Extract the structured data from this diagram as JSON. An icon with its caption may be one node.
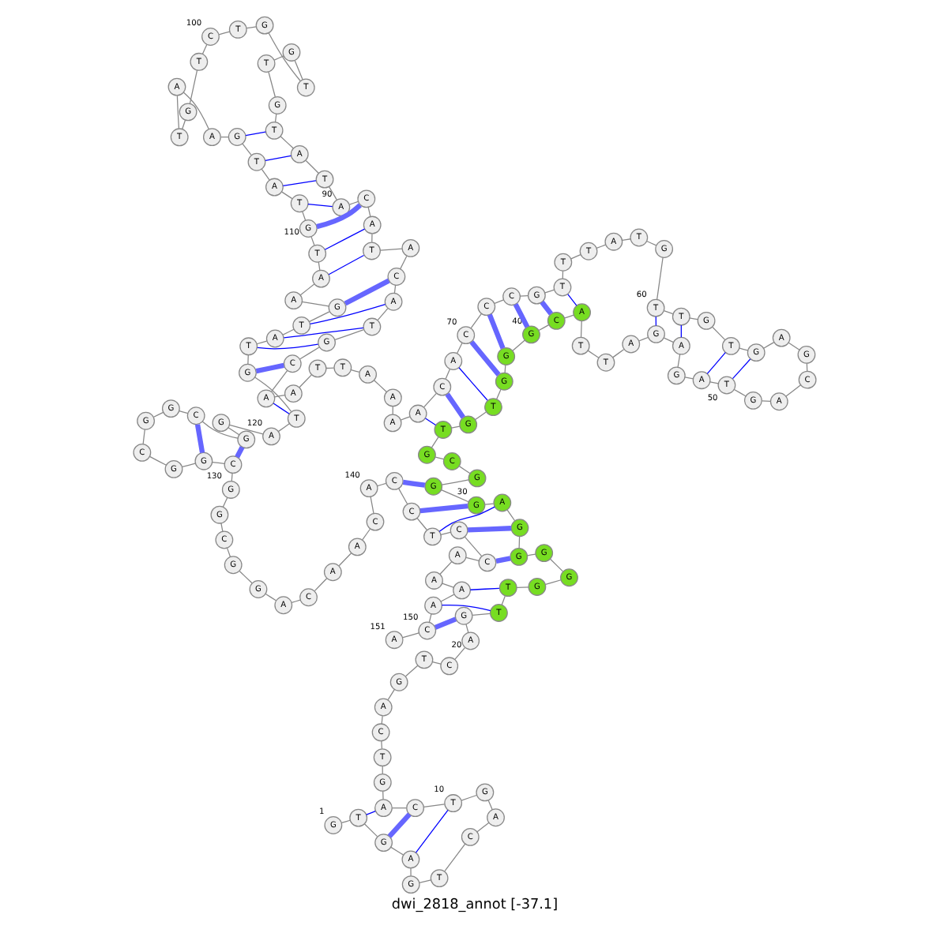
{
  "diagram": {
    "caption": "dwi_2818_annot [-37.1]",
    "nodes": [
      {
        "text": [
          "G"
        ],
        "beside": [
          "1"
        ]
      },
      {
        "text": [
          "T"
        ]
      },
      {
        "text": [
          "G"
        ]
      },
      {
        "text": [
          "A"
        ]
      },
      {
        "text": [
          "G"
        ]
      },
      {
        "text": [
          "T"
        ]
      },
      {
        "text": [
          "C"
        ]
      },
      {
        "text": [
          "A"
        ]
      },
      {
        "text": [
          "G"
        ]
      },
      {
        "text": [
          "T"
        ],
        "beside": [
          "10"
        ]
      },
      {
        "text": [
          "C"
        ]
      },
      {
        "text": [
          "A"
        ]
      },
      {
        "text": [
          "G"
        ]
      },
      {
        "text": [
          "T"
        ]
      },
      {
        "text": [
          "C"
        ]
      },
      {
        "text": [
          "A"
        ]
      },
      {
        "text": [
          "G"
        ]
      },
      {
        "text": [
          "T"
        ]
      },
      {
        "text": [
          "C"
        ]
      },
      {
        "text": [
          "A"
        ],
        "beside": [
          "20"
        ]
      },
      {
        "text": [
          "G"
        ]
      },
      {
        "text": [
          "T"
        ]
      },
      {
        "text": [
          "T"
        ]
      },
      {
        "text": [
          "G"
        ]
      },
      {
        "text": [
          "G"
        ]
      },
      {
        "text": [
          "G"
        ]
      },
      {
        "text": [
          "G"
        ]
      },
      {
        "text": [
          "G"
        ]
      },
      {
        "text": [
          "A"
        ]
      },
      {
        "text": [
          "G"
        ],
        "beside": [
          "30"
        ]
      },
      {
        "text": [
          "G"
        ]
      },
      {
        "text": [
          "G"
        ]
      },
      {
        "text": [
          "C"
        ]
      },
      {
        "text": [
          "G"
        ]
      },
      {
        "text": [
          "T"
        ]
      },
      {
        "text": [
          "G"
        ]
      },
      {
        "text": [
          "T"
        ]
      },
      {
        "text": [
          "G"
        ]
      },
      {
        "text": [
          "G"
        ]
      },
      {
        "text": [
          "G"
        ],
        "beside": [
          "40"
        ]
      },
      {
        "text": [
          "C"
        ]
      },
      {
        "text": [
          "A"
        ]
      },
      {
        "text": [
          "T"
        ]
      },
      {
        "text": [
          "T"
        ]
      },
      {
        "text": [
          "A"
        ]
      },
      {
        "text": [
          "G"
        ]
      },
      {
        "text": [
          "A"
        ]
      },
      {
        "text": [
          "G"
        ]
      },
      {
        "text": [
          "A"
        ]
      },
      {
        "text": [
          "T"
        ],
        "beside": [
          "50"
        ]
      },
      {
        "text": [
          "G"
        ]
      },
      {
        "text": [
          "A"
        ]
      },
      {
        "text": [
          "C"
        ]
      },
      {
        "text": [
          "G"
        ]
      },
      {
        "text": [
          "A"
        ]
      },
      {
        "text": [
          "G"
        ]
      },
      {
        "text": [
          "T"
        ]
      },
      {
        "text": [
          "G"
        ]
      },
      {
        "text": [
          "T"
        ]
      },
      {
        "text": [
          "T"
        ],
        "beside": [
          "60"
        ]
      },
      {
        "text": [
          "G"
        ]
      },
      {
        "text": [
          "T"
        ]
      },
      {
        "text": [
          "A"
        ]
      },
      {
        "text": [
          "T"
        ]
      },
      {
        "text": [
          "T"
        ]
      },
      {
        "text": [
          "T"
        ]
      },
      {
        "text": [
          "G"
        ]
      },
      {
        "text": [
          "C"
        ]
      },
      {
        "text": [
          "C"
        ]
      },
      {
        "text": [
          "C"
        ],
        "beside": [
          "70"
        ]
      },
      {
        "text": [
          "A"
        ]
      },
      {
        "text": [
          "C"
        ]
      },
      {
        "text": [
          "A"
        ]
      },
      {
        "text": [
          "A"
        ]
      },
      {
        "text": [
          "A"
        ]
      },
      {
        "text": [
          "A"
        ]
      },
      {
        "text": [
          "T"
        ]
      },
      {
        "text": [
          "T"
        ]
      },
      {
        "text": [
          "A"
        ]
      },
      {
        "text": [
          "A"
        ]
      },
      {
        "text": [
          "C"
        ]
      },
      {
        "text": [
          "G"
        ]
      },
      {
        "text": [
          "T"
        ]
      },
      {
        "text": [
          "A"
        ]
      },
      {
        "text": [
          "C"
        ]
      },
      {
        "text": [
          "A"
        ]
      },
      {
        "text": [
          "T"
        ]
      },
      {
        "text": [
          "A"
        ]
      },
      {
        "text": [
          "C"
        ]
      },
      {
        "text": [
          "A"
        ],
        "beside": [
          "90"
        ]
      },
      {
        "text": [
          "T"
        ]
      },
      {
        "text": [
          "A"
        ]
      },
      {
        "text": [
          "T"
        ]
      },
      {
        "text": [
          "G"
        ]
      },
      {
        "text": [
          "T"
        ]
      },
      {
        "text": [
          "G"
        ]
      },
      {
        "text": [
          "T"
        ]
      },
      {
        "text": [
          "G"
        ]
      },
      {
        "text": [
          "T"
        ]
      },
      {
        "text": [
          "C"
        ],
        "beside": [
          "100"
        ]
      },
      {
        "text": [
          "T"
        ]
      },
      {
        "text": [
          "G"
        ]
      },
      {
        "text": [
          "T"
        ]
      },
      {
        "text": [
          "A"
        ]
      },
      {
        "text": [
          "A"
        ]
      },
      {
        "text": [
          "G"
        ]
      },
      {
        "text": [
          "T"
        ]
      },
      {
        "text": [
          "A"
        ]
      },
      {
        "text": [
          "T"
        ]
      },
      {
        "text": [
          "G"
        ],
        "beside": [
          "110"
        ]
      },
      {
        "text": [
          "T"
        ]
      },
      {
        "text": [
          "A"
        ]
      },
      {
        "text": [
          "A"
        ]
      },
      {
        "text": [
          "G"
        ]
      },
      {
        "text": [
          "T"
        ]
      },
      {
        "text": [
          "A"
        ]
      },
      {
        "text": [
          "T"
        ]
      },
      {
        "text": [
          "G"
        ]
      },
      {
        "text": [
          "T"
        ]
      },
      {
        "text": [
          "A"
        ],
        "beside": [
          "120"
        ]
      },
      {
        "text": [
          "G"
        ]
      },
      {
        "text": [
          "G"
        ]
      },
      {
        "text": [
          "C"
        ]
      },
      {
        "text": [
          "G"
        ]
      },
      {
        "text": [
          "G"
        ]
      },
      {
        "text": [
          "C"
        ]
      },
      {
        "text": [
          "G"
        ]
      },
      {
        "text": [
          "G"
        ]
      },
      {
        "text": [
          "C"
        ]
      },
      {
        "text": [
          "G"
        ],
        "beside": [
          "130"
        ]
      },
      {
        "text": [
          "G"
        ]
      },
      {
        "text": [
          "C"
        ]
      },
      {
        "text": [
          "G"
        ]
      },
      {
        "text": [
          "G"
        ]
      },
      {
        "text": [
          "A"
        ]
      },
      {
        "text": [
          "C"
        ]
      },
      {
        "text": [
          "A"
        ]
      },
      {
        "text": [
          "A"
        ]
      },
      {
        "text": [
          "C"
        ]
      },
      {
        "text": [
          "A"
        ],
        "beside": [
          "140"
        ]
      },
      {
        "text": [
          "C"
        ]
      },
      {
        "text": [
          "C"
        ]
      },
      {
        "text": [
          "T"
        ]
      },
      {
        "text": [
          "C"
        ]
      },
      {
        "text": [
          "C"
        ]
      },
      {
        "text": [
          "A"
        ]
      },
      {
        "text": [
          "A"
        ]
      },
      {
        "text": [
          "A"
        ]
      },
      {
        "text": [
          "A"
        ]
      },
      {
        "text": [
          "C"
        ],
        "beside": [
          "150"
        ]
      },
      {
        "text": [
          "A"
        ],
        "beside": [
          "151"
        ]
      }
    ],
    "edges": [
      {
        "from": 0,
        "to": 1,
        "arrow": "none"
      },
      {
        "from": 1,
        "to": 2,
        "arrow": "none"
      },
      {
        "from": 2,
        "to": 3,
        "arrow": "none"
      },
      {
        "from": 3,
        "to": 4,
        "arrow": "none"
      },
      {
        "from": 4,
        "to": 5,
        "arrow": "none"
      },
      {
        "from": 5,
        "to": 6,
        "arrow": "none"
      },
      {
        "from": 6,
        "to": 7,
        "arrow": "none"
      },
      {
        "from": 7,
        "to": 8,
        "arrow": "none"
      },
      {
        "from": 8,
        "to": 9,
        "arrow": "none"
      },
      {
        "from": 9,
        "to": 10,
        "arrow": "none"
      },
      {
        "from": 10,
        "to": 11,
        "arrow": "none"
      },
      {
        "from": 11,
        "to": 12,
        "arrow": "none"
      },
      {
        "from": 12,
        "to": 13,
        "arrow": "none"
      },
      {
        "from": 13,
        "to": 14,
        "arrow": "none"
      },
      {
        "from": 14,
        "to": 15,
        "arrow": "none"
      },
      {
        "from": 15,
        "to": 16,
        "arrow": "none"
      },
      {
        "from": 16,
        "to": 17,
        "arrow": "none"
      },
      {
        "from": 17,
        "to": 18,
        "arrow": "none"
      },
      {
        "from": 18,
        "to": 19,
        "arrow": "none"
      },
      {
        "from": 19,
        "to": 20,
        "arrow": "none"
      },
      {
        "from": 20,
        "to": 21,
        "arrow": "none"
      },
      {
        "from": 21,
        "to": 22,
        "arrow": "none"
      },
      {
        "from": 22,
        "to": 23,
        "arrow": "none"
      },
      {
        "from": 23,
        "to": 24,
        "arrow": "none"
      },
      {
        "from": 24,
        "to": 25,
        "arrow": "none"
      },
      {
        "from": 25,
        "to": 26,
        "arrow": "none"
      },
      {
        "from": 26,
        "to": 27,
        "arrow": "none"
      },
      {
        "from": 27,
        "to": 28,
        "arrow": "none"
      },
      {
        "from": 28,
        "to": 29,
        "arrow": "none"
      },
      {
        "from": 29,
        "to": 30,
        "arrow": "none"
      },
      {
        "from": 30,
        "to": 31,
        "arrow": "none"
      },
      {
        "from": 31,
        "to": 32,
        "arrow": "none"
      },
      {
        "from": 32,
        "to": 33,
        "arrow": "none"
      },
      {
        "from": 33,
        "to": 34,
        "arrow": "none"
      },
      {
        "from": 34,
        "to": 35,
        "arrow": "none"
      },
      {
        "from": 35,
        "to": 36,
        "arrow": "none"
      },
      {
        "from": 36,
        "to": 37,
        "arrow": "none"
      },
      {
        "from": 37,
        "to": 38,
        "arrow": "none"
      },
      {
        "from": 38,
        "to": 39,
        "arrow": "none"
      },
      {
        "from": 39,
        "to": 40,
        "arrow": "none"
      },
      {
        "from": 40,
        "to": 41,
        "arrow": "none"
      },
      {
        "from": 41,
        "to": 42,
        "arrow": "none"
      },
      {
        "from": 42,
        "to": 43,
        "arrow": "none"
      },
      {
        "from": 43,
        "to": 44,
        "arrow": "none"
      },
      {
        "from": 44,
        "to": 45,
        "arrow": "none"
      },
      {
        "from": 45,
        "to": 46,
        "arrow": "none"
      },
      {
        "from": 46,
        "to": 47,
        "arrow": "none"
      },
      {
        "from": 47,
        "to": 48,
        "arrow": "none"
      },
      {
        "from": 48,
        "to": 49,
        "arrow": "none"
      },
      {
        "from": 49,
        "to": 50,
        "arrow": "none"
      },
      {
        "from": 50,
        "to": 51,
        "arrow": "none"
      },
      {
        "from": 51,
        "to": 52,
        "arrow": "none"
      },
      {
        "from": 52,
        "to": 53,
        "arrow": "none"
      },
      {
        "from": 53,
        "to": 54,
        "arrow": "none"
      },
      {
        "from": 54,
        "to": 55,
        "arrow": "none"
      },
      {
        "from": 55,
        "to": 56,
        "arrow": "none"
      },
      {
        "from": 56,
        "to": 57,
        "arrow": "none"
      },
      {
        "from": 57,
        "to": 58,
        "arrow": "none"
      },
      {
        "from": 58,
        "to": 59,
        "arrow": "none"
      },
      {
        "from": 59,
        "to": 60,
        "arrow": "none"
      },
      {
        "from": 60,
        "to": 61,
        "arrow": "none"
      },
      {
        "from": 61,
        "to": 62,
        "arrow": "none"
      },
      {
        "from": 62,
        "to": 63,
        "arrow": "none"
      },
      {
        "from": 63,
        "to": 64,
        "arrow": "none"
      },
      {
        "from": 64,
        "to": 65,
        "arrow": "none"
      },
      {
        "from": 65,
        "to": 66,
        "arrow": "none"
      },
      {
        "from": 66,
        "to": 67,
        "arrow": "none"
      },
      {
        "from": 67,
        "to": 68,
        "arrow": "none"
      },
      {
        "from": 68,
        "to": 69,
        "arrow": "none"
      },
      {
        "from": 69,
        "to": 70,
        "arrow": "none"
      },
      {
        "from": 70,
        "to": 71,
        "arrow": "none"
      },
      {
        "from": 71,
        "to": 72,
        "arrow": "none"
      },
      {
        "from": 72,
        "to": 73,
        "arrow": "none"
      },
      {
        "from": 73,
        "to": 74,
        "arrow": "none"
      },
      {
        "from": 74,
        "to": 75,
        "arrow": "none"
      },
      {
        "from": 75,
        "to": 76,
        "arrow": "none"
      },
      {
        "from": 76,
        "to": 77,
        "arrow": "none"
      },
      {
        "from": 77,
        "to": 78,
        "arrow": "none"
      },
      {
        "from": 78,
        "to": 79,
        "arrow": "none"
      },
      {
        "from": 79,
        "to": 80,
        "arrow": "none"
      },
      {
        "from": 80,
        "to": 81,
        "arrow": "none"
      },
      {
        "from": 81,
        "to": 82,
        "arrow": "none"
      },
      {
        "from": 82,
        "to": 83,
        "arrow": "none"
      },
      {
        "from": 83,
        "to": 84,
        "arrow": "none"
      },
      {
        "from": 84,
        "to": 85,
        "arrow": "none"
      },
      {
        "from": 85,
        "to": 86,
        "arrow": "none"
      },
      {
        "from": 86,
        "to": 87,
        "arrow": "none"
      },
      {
        "from": 87,
        "to": 88,
        "arrow": "none"
      },
      {
        "from": 88,
        "to": 89,
        "arrow": "none"
      },
      {
        "from": 89,
        "to": 90,
        "arrow": "none"
      },
      {
        "from": 90,
        "to": 91,
        "arrow": "none"
      },
      {
        "from": 91,
        "to": 92,
        "arrow": "none"
      },
      {
        "from": 92,
        "to": 93,
        "arrow": "none"
      },
      {
        "from": 93,
        "to": 94,
        "arrow": "none"
      },
      {
        "from": 94,
        "to": 95,
        "arrow": "none"
      },
      {
        "from": 95,
        "to": 96,
        "arrow": "none"
      },
      {
        "from": 96,
        "to": 97,
        "arrow": "none"
      },
      {
        "from": 97,
        "to": 98,
        "arrow": "none"
      },
      {
        "from": 98,
        "to": 99,
        "arrow": "none"
      },
      {
        "from": 99,
        "to": 100,
        "arrow": "none"
      },
      {
        "from": 100,
        "to": 101,
        "arrow": "none"
      },
      {
        "from": 101,
        "to": 102,
        "arrow": "none"
      },
      {
        "from": 102,
        "to": 103,
        "arrow": "none"
      },
      {
        "from": 103,
        "to": 104,
        "arrow": "none"
      },
      {
        "from": 104,
        "to": 105,
        "arrow": "none"
      },
      {
        "from": 105,
        "to": 106,
        "arrow": "none"
      },
      {
        "from": 106,
        "to": 107,
        "arrow": "none"
      },
      {
        "from": 107,
        "to": 108,
        "arrow": "none"
      },
      {
        "from": 108,
        "to": 109,
        "arrow": "none"
      },
      {
        "from": 109,
        "to": 110,
        "arrow": "none"
      },
      {
        "from": 110,
        "to": 111,
        "arrow": "none"
      },
      {
        "from": 111,
        "to": 112,
        "arrow": "none"
      },
      {
        "from": 112,
        "to": 113,
        "arrow": "none"
      },
      {
        "from": 113,
        "to": 114,
        "arrow": "none"
      },
      {
        "from": 114,
        "to": 115,
        "arrow": "none"
      },
      {
        "from": 115,
        "to": 116,
        "arrow": "none"
      },
      {
        "from": 116,
        "to": 117,
        "arrow": "none"
      },
      {
        "from": 117,
        "to": 118,
        "arrow": "none"
      },
      {
        "from": 118,
        "to": 119,
        "arrow": "none"
      },
      {
        "from": 119,
        "to": 120,
        "arrow": "none"
      },
      {
        "from": 120,
        "to": 121,
        "arrow": "none"
      },
      {
        "from": 121,
        "to": 122,
        "arrow": "none"
      },
      {
        "from": 122,
        "to": 123,
        "arrow": "none"
      },
      {
        "from": 123,
        "to": 124,
        "arrow": "none"
      },
      {
        "from": 124,
        "to": 125,
        "arrow": "none"
      },
      {
        "from": 125,
        "to": 126,
        "arrow": "none"
      },
      {
        "from": 126,
        "to": 127,
        "arrow": "none"
      },
      {
        "from": 127,
        "to": 128,
        "arrow": "none"
      },
      {
        "from": 128,
        "to": 129,
        "arrow": "none"
      },
      {
        "from": 129,
        "to": 130,
        "arrow": "none"
      },
      {
        "from": 130,
        "to": 131,
        "arrow": "none"
      },
      {
        "from": 131,
        "to": 132,
        "arrow": "none"
      },
      {
        "from": 132,
        "to": 133,
        "arrow": "none"
      },
      {
        "from": 133,
        "to": 134,
        "arrow": "none"
      },
      {
        "from": 134,
        "to": 135,
        "arrow": "none"
      },
      {
        "from": 135,
        "to": 136,
        "arrow": "none"
      },
      {
        "from": 136,
        "to": 137,
        "arrow": "none"
      },
      {
        "from": 137,
        "to": 138,
        "arrow": "none"
      },
      {
        "from": 138,
        "to": 139,
        "arrow": "none"
      },
      {
        "from": 139,
        "to": 140,
        "arrow": "none"
      },
      {
        "from": 140,
        "to": 141,
        "arrow": "none"
      },
      {
        "from": 141,
        "to": 142,
        "arrow": "none"
      },
      {
        "from": 142,
        "to": 143,
        "arrow": "none"
      },
      {
        "from": 143,
        "to": 144,
        "arrow": "none"
      },
      {
        "from": 144,
        "to": 145,
        "arrow": "none"
      },
      {
        "from": 145,
        "to": 146,
        "arrow": "none"
      },
      {
        "from": 146,
        "to": 147,
        "arrow": "none"
      },
      {
        "from": 147,
        "to": 148,
        "arrow": "none"
      },
      {
        "from": 148,
        "to": 149,
        "arrow": "none"
      },
      {
        "from": 149,
        "to": 150,
        "arrow": "none"
      },
      {
        "from": 1,
        "to": 11,
        "arrow": "none",
        "color": "#0000ff"
      },
      {
        "from": 2,
        "to": 10,
        "arrow": "none",
        "style": "thick",
        "color": "#6666ff"
      },
      {
        "from": 3,
        "to": 9,
        "arrow": "none",
        "color": "#0000ff"
      },
      {
        "from": 20,
        "to": 149,
        "arrow": "none",
        "style": "thick",
        "color": "#6666ff"
      },
      {
        "from": 21,
        "to": 148,
        "arrow": "none",
        "color": "#0000ff"
      },
      {
        "from": 22,
        "to": 147,
        "arrow": "none",
        "color": "#0000ff"
      },
      {
        "from": 26,
        "to": 144,
        "arrow": "none",
        "style": "thick",
        "color": "#6666ff"
      },
      {
        "from": 27,
        "to": 143,
        "arrow": "none",
        "style": "thick",
        "color": "#6666ff"
      },
      {
        "from": 28,
        "to": 142,
        "arrow": "none",
        "color": "#0000ff"
      },
      {
        "from": 29,
        "to": 141,
        "arrow": "none",
        "style": "thick",
        "color": "#6666ff"
      },
      {
        "from": 30,
        "to": 140,
        "arrow": "none",
        "style": "thick",
        "color": "#6666ff"
      },
      {
        "from": 34,
        "to": 72,
        "arrow": "none",
        "color": "#0000ff"
      },
      {
        "from": 35,
        "to": 71,
        "arrow": "none",
        "style": "thick",
        "color": "#6666ff"
      },
      {
        "from": 36,
        "to": 70,
        "arrow": "none",
        "color": "#0000ff"
      },
      {
        "from": 37,
        "to": 69,
        "arrow": "none",
        "style": "thick",
        "color": "#6666ff"
      },
      {
        "from": 38,
        "to": 68,
        "arrow": "none",
        "style": "thick",
        "color": "#6666ff"
      },
      {
        "from": 39,
        "to": 67,
        "arrow": "none",
        "style": "thick",
        "color": "#6666ff"
      },
      {
        "from": 40,
        "to": 66,
        "arrow": "none",
        "style": "thick",
        "color": "#6666ff"
      },
      {
        "from": 41,
        "to": 65,
        "arrow": "none",
        "color": "#0000ff"
      },
      {
        "from": 45,
        "to": 59,
        "arrow": "none",
        "color": "#0000ff"
      },
      {
        "from": 46,
        "to": 58,
        "arrow": "none",
        "color": "#0000ff"
      },
      {
        "from": 48,
        "to": 56,
        "arrow": "none",
        "color": "#0000ff"
      },
      {
        "from": 49,
        "to": 55,
        "arrow": "none",
        "color": "#0000ff"
      },
      {
        "from": 79,
        "to": 118,
        "arrow": "none",
        "color": "#0000ff"
      },
      {
        "from": 80,
        "to": 117,
        "arrow": "none",
        "style": "thick",
        "color": "#6666ff"
      },
      {
        "from": 81,
        "to": 116,
        "arrow": "none",
        "color": "#0000ff"
      },
      {
        "from": 82,
        "to": 115,
        "arrow": "none",
        "color": "#0000ff"
      },
      {
        "from": 83,
        "to": 114,
        "arrow": "none",
        "color": "#0000ff"
      },
      {
        "from": 84,
        "to": 113,
        "arrow": "none",
        "style": "thick",
        "color": "#6666ff"
      },
      {
        "from": 86,
        "to": 111,
        "arrow": "none",
        "color": "#0000ff"
      },
      {
        "from": 87,
        "to": 110,
        "arrow": "none",
        "color": "#0000ff"
      },
      {
        "from": 88,
        "to": 109,
        "arrow": "none",
        "style": "thick",
        "color": "#6666ff"
      },
      {
        "from": 89,
        "to": 108,
        "arrow": "none",
        "color": "#0000ff"
      },
      {
        "from": 90,
        "to": 107,
        "arrow": "none",
        "color": "#0000ff"
      },
      {
        "from": 91,
        "to": 106,
        "arrow": "none",
        "color": "#0000ff"
      },
      {
        "from": 92,
        "to": 105,
        "arrow": "none",
        "color": "#0000ff"
      },
      {
        "from": 121,
        "to": 128,
        "arrow": "none",
        "style": "thick",
        "color": "#6666ff"
      },
      {
        "from": 122,
        "to": 127,
        "arrow": "none",
        "style": "thick",
        "color": "#6666ff"
      }
    ]
  }
}
